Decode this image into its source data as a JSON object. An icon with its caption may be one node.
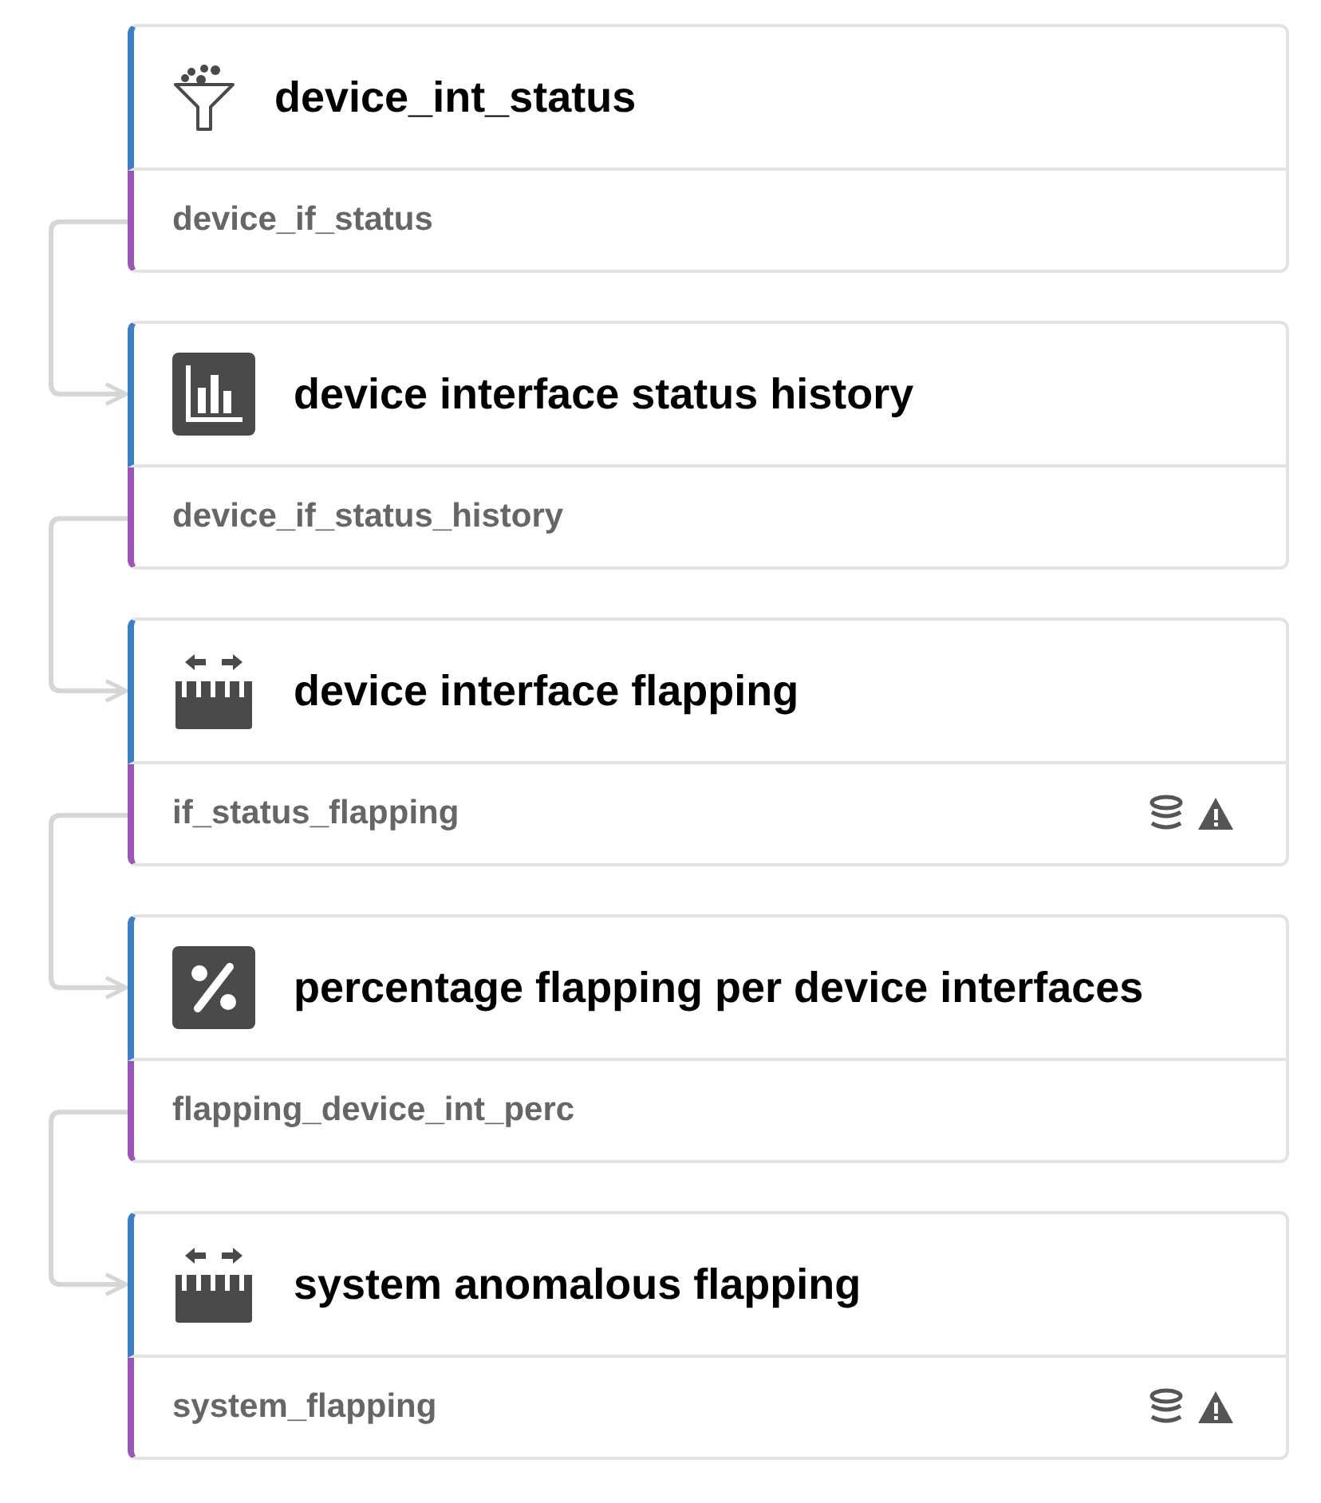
{
  "diagram": {
    "nodes": [
      {
        "text": [
          "device_int_status"
        ]
      },
      {
        "text": [
          "device_if_status"
        ]
      },
      {
        "text": [
          "device interface status history"
        ]
      },
      {
        "text": [
          "device_if_status_history"
        ]
      },
      {
        "text": [
          "device interface flapping"
        ]
      },
      {
        "text": [
          "if_status_flapping"
        ]
      },
      {
        "text": [
          "percentage flapping per device interfaces"
        ]
      },
      {
        "text": [
          "flapping_device_int_perc"
        ]
      },
      {
        "text": [
          "system anomalous flapping"
        ]
      },
      {
        "text": [
          "system_flapping"
        ]
      }
    ],
    "edges": [
      {
        "from": 1,
        "to": 2,
        "arrow": "to"
      },
      {
        "from": 3,
        "to": 4,
        "arrow": "to"
      },
      {
        "from": 5,
        "to": 6,
        "arrow": "to"
      },
      {
        "from": 7,
        "to": 8,
        "arrow": "to"
      }
    ]
  }
}
